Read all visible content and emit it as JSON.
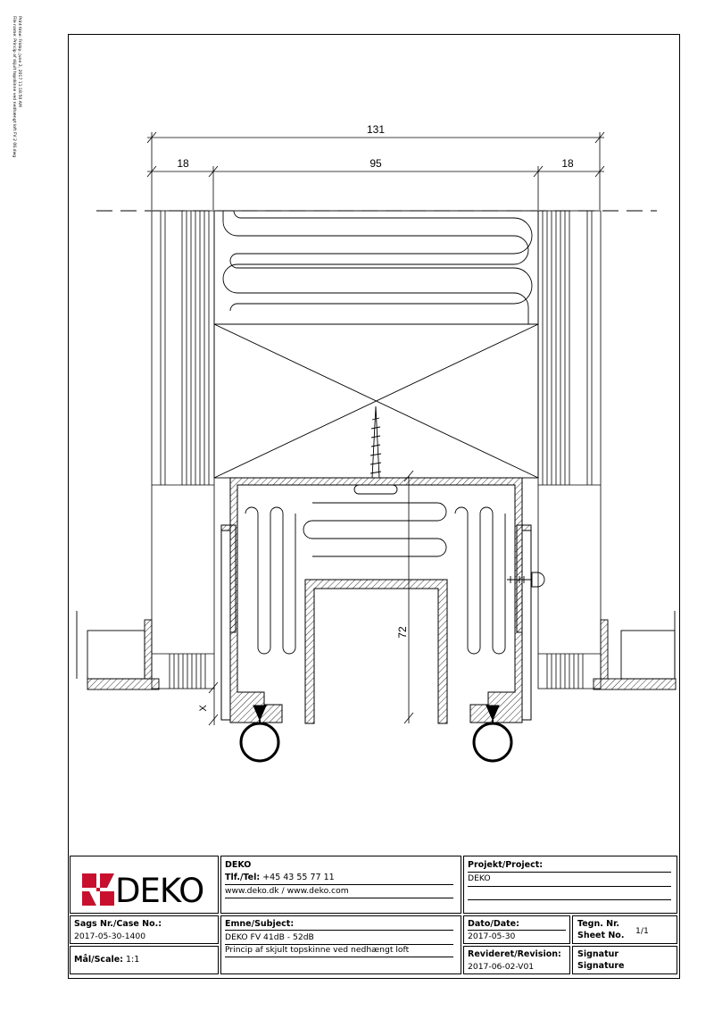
{
  "side_note": {
    "line1": "Print time: Friday, June 2, 2017 11:18:50 AM",
    "line2": "File name: Princip af skjult topskinne ved nedhængt loft FV 2 06.dwg"
  },
  "dimensions": {
    "total": "131",
    "left": "18",
    "middle": "95",
    "right": "18",
    "height": "72",
    "gap": "X"
  },
  "title_block": {
    "logo_text": "DEKO",
    "company": {
      "name": "DEKO",
      "tel_label": "Tlf./Tel:",
      "tel_value": "+45 43 55 77 11",
      "web": "www.deko.dk / www.deko.com"
    },
    "project": {
      "label": "Projekt/Project:",
      "value": "DEKO"
    },
    "case": {
      "label": "Sags Nr./Case No.:",
      "value": "2017-05-30-1400"
    },
    "subject": {
      "label": "Emne/Subject:",
      "line1": "DEKO FV 41dB - 52dB",
      "line2": "Princip af skjult topskinne ved nedhængt loft"
    },
    "date": {
      "label": "Dato/Date:",
      "value": "2017-05-30"
    },
    "sheet": {
      "label1": "Tegn. Nr.",
      "label2": "Sheet No.",
      "value": "1/1"
    },
    "scale": {
      "label": "Mål/Scale:",
      "value": "1:1"
    },
    "revision": {
      "label": "Revideret/Revision:",
      "value": "2017-06-02-V01"
    },
    "signature": {
      "label1": "Signatur",
      "label2": "Signature"
    }
  },
  "colors": {
    "logo_red": "#c8102e",
    "line": "#000000"
  }
}
